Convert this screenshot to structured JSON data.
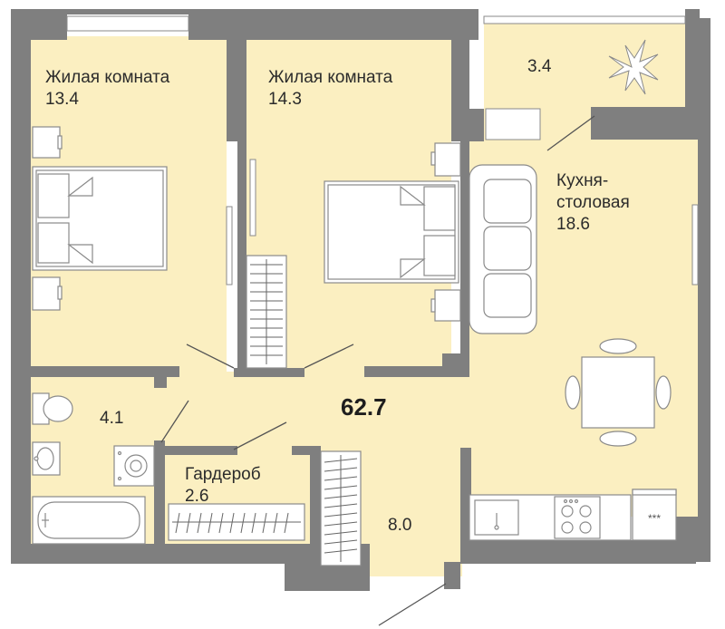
{
  "plan": {
    "total_area": "62.7",
    "colors": {
      "floor": "#fbefc1",
      "wall": "#7f7f7f",
      "furniture_stroke": "#8a8a8a",
      "furniture_fill": "#ffffff",
      "text": "#2b2b2b"
    },
    "rooms": [
      {
        "name": "Жилая комната",
        "area": "13.4"
      },
      {
        "name": "Жилая комната",
        "area": "14.3"
      },
      {
        "name": "",
        "area": "3.4"
      },
      {
        "name": "Кухня-",
        "name2": "столовая",
        "area": "18.6"
      },
      {
        "name": "",
        "area": "4.1"
      },
      {
        "name": "Гардероб",
        "area": "2.6"
      },
      {
        "name": "",
        "area": "8.0"
      }
    ],
    "icons": [
      "plant-icon",
      "stove-icon",
      "sink-icon",
      "toilet-icon",
      "washer-icon",
      "bathtub-icon",
      "bed-icon",
      "sofa-icon",
      "table-icon"
    ]
  }
}
